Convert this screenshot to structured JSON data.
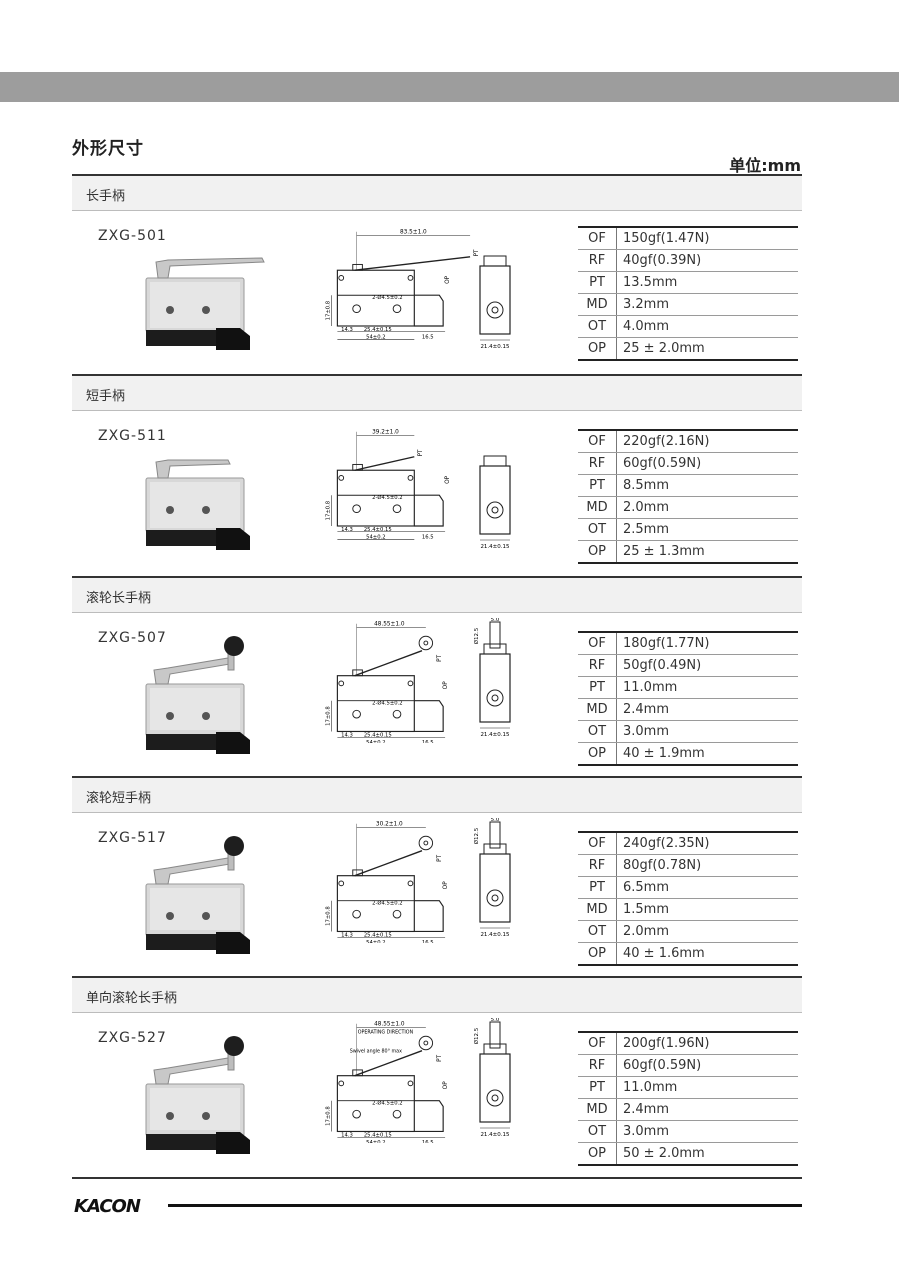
{
  "header": {
    "title": "外形尺寸",
    "unit": "单位:mm"
  },
  "sections": [
    {
      "title": "长手柄",
      "model": "ZXG-501",
      "dims": {
        "total": "83.5±1.0",
        "holes": "2-Ø4.5±0.2",
        "h": "17±0.8",
        "a": "14.3",
        "b": "25.4±0.15",
        "w": "54±0.2",
        "c": "16.5",
        "side": "21.4±0.15",
        "pt": "PT",
        "op": "OP"
      },
      "specs": [
        {
          "k": "OF",
          "v": "150gf(1.47N)"
        },
        {
          "k": "RF",
          "v": "40gf(0.39N)"
        },
        {
          "k": "PT",
          "v": "13.5mm"
        },
        {
          "k": "MD",
          "v": "3.2mm"
        },
        {
          "k": "OT",
          "v": "4.0mm"
        },
        {
          "k": "OP",
          "v": "25 ± 2.0mm"
        }
      ]
    },
    {
      "title": "短手柄",
      "model": "ZXG-511",
      "dims": {
        "total": "39.2±1.0",
        "holes": "2-Ø4.5±0.2",
        "h": "17±0.8",
        "a": "14.3",
        "b": "25.4±0.15",
        "w": "54±0.2",
        "c": "16.5",
        "side": "21.4±0.15",
        "pt": "PT",
        "op": "OP"
      },
      "specs": [
        {
          "k": "OF",
          "v": "220gf(2.16N)"
        },
        {
          "k": "RF",
          "v": "60gf(0.59N)"
        },
        {
          "k": "PT",
          "v": "8.5mm"
        },
        {
          "k": "MD",
          "v": "2.0mm"
        },
        {
          "k": "OT",
          "v": "2.5mm"
        },
        {
          "k": "OP",
          "v": "25 ± 1.3mm"
        }
      ]
    },
    {
      "title": "滚轮长手柄",
      "model": "ZXG-507",
      "dims": {
        "total": "48.55±1.0",
        "holes": "2-Ø4.5±0.2",
        "h": "17±0.8",
        "a": "14.3",
        "b": "25.4±0.15",
        "w": "54±0.2",
        "c": "16.5",
        "side": "21.4±0.15",
        "pt": "PT",
        "op": "OP",
        "roll": "Ø12.5",
        "rw": "5.0"
      },
      "specs": [
        {
          "k": "OF",
          "v": "180gf(1.77N)"
        },
        {
          "k": "RF",
          "v": "50gf(0.49N)"
        },
        {
          "k": "PT",
          "v": "11.0mm"
        },
        {
          "k": "MD",
          "v": "2.4mm"
        },
        {
          "k": "OT",
          "v": "3.0mm"
        },
        {
          "k": "OP",
          "v": "40 ± 1.9mm"
        }
      ]
    },
    {
      "title": "滚轮短手柄",
      "model": "ZXG-517",
      "dims": {
        "total": "30.2±1.0",
        "holes": "2-Ø4.5±0.2",
        "h": "17±0.8",
        "a": "14.3",
        "b": "25.4±0.15",
        "w": "54±0.2",
        "c": "16.5",
        "side": "21.4±0.15",
        "pt": "PT",
        "op": "OP",
        "roll": "Ø12.5",
        "rw": "5.0"
      },
      "specs": [
        {
          "k": "OF",
          "v": "240gf(2.35N)"
        },
        {
          "k": "RF",
          "v": "80gf(0.78N)"
        },
        {
          "k": "PT",
          "v": "6.5mm"
        },
        {
          "k": "MD",
          "v": "1.5mm"
        },
        {
          "k": "OT",
          "v": "2.0mm"
        },
        {
          "k": "OP",
          "v": "40 ± 1.6mm"
        }
      ]
    },
    {
      "title": "单向滚轮长手柄",
      "model": "ZXG-527",
      "dims": {
        "total": "48.55±1.0",
        "holes": "2-Ø4.5±0.2",
        "h": "17±0.8",
        "a": "14.3",
        "b": "25.4±0.15",
        "w": "54±0.2",
        "c": "16.5",
        "side": "21.4±0.15",
        "pt": "PT",
        "op": "OP",
        "roll": "Ø12.5",
        "rw": "5.0",
        "dir": "OPERATING DIRECTION",
        "swivel": "Swivel angle 80° max"
      },
      "specs": [
        {
          "k": "OF",
          "v": "200gf(1.96N)"
        },
        {
          "k": "RF",
          "v": "60gf(0.59N)"
        },
        {
          "k": "PT",
          "v": "11.0mm"
        },
        {
          "k": "MD",
          "v": "2.4mm"
        },
        {
          "k": "OT",
          "v": "3.0mm"
        },
        {
          "k": "OP",
          "v": "50 ± 2.0mm"
        }
      ]
    }
  ],
  "footer": {
    "logo": "KACON"
  }
}
